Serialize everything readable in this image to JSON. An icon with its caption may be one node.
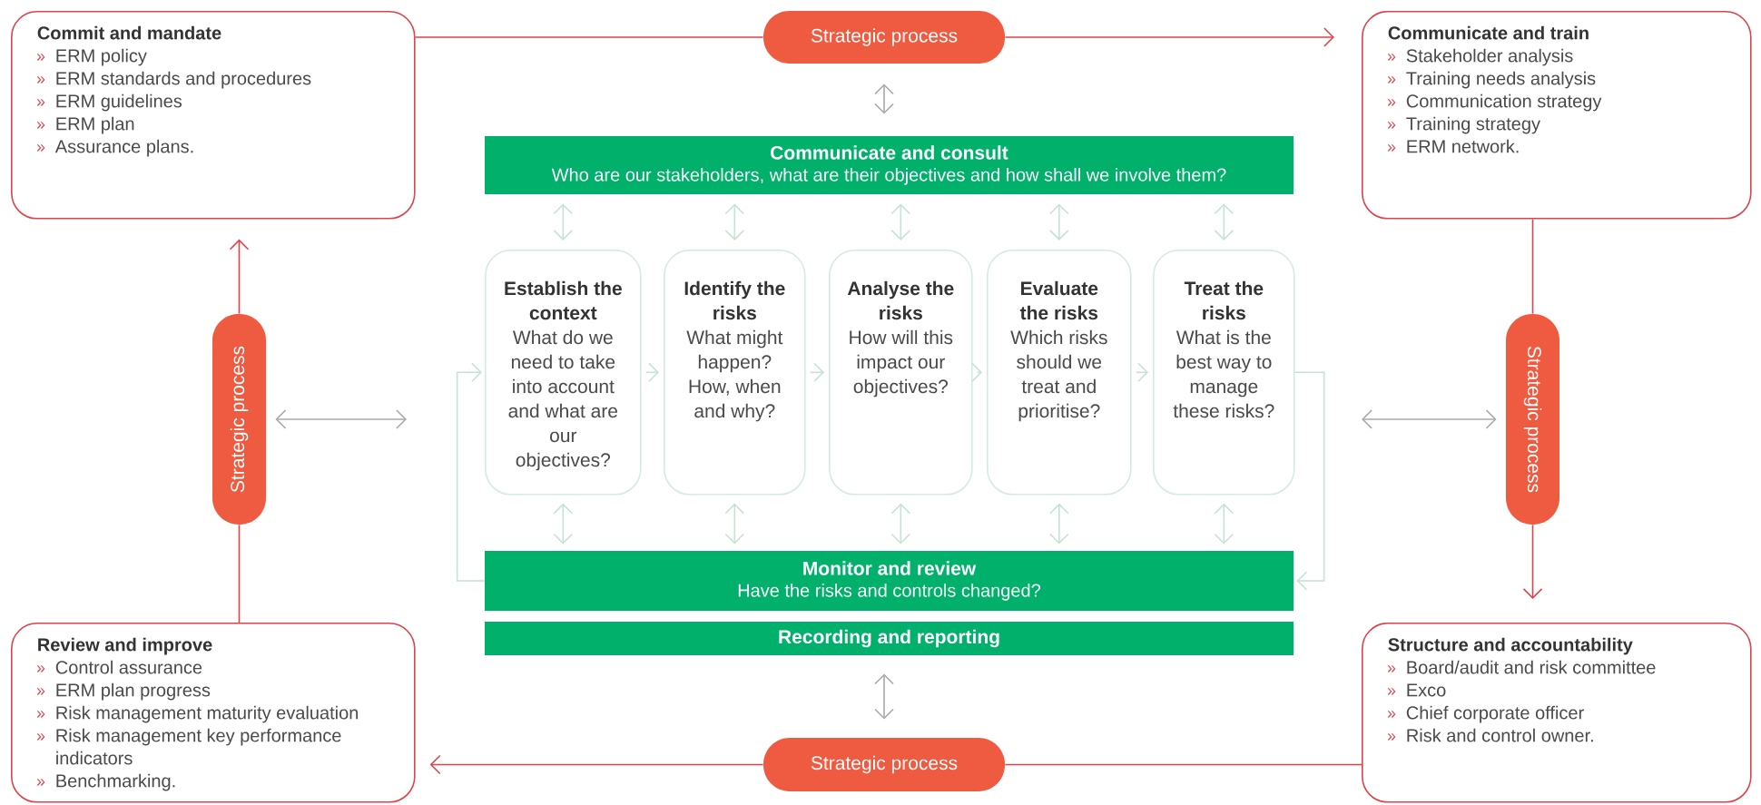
{
  "diagram": {
    "nodes": [
      {
        "text": [
          "Commit and mandate",
          "ERM policy",
          "ERM standards and procedures",
          "ERM guidelines",
          "ERM plan",
          "Assurance plans."
        ]
      },
      {
        "text": [
          "Strategic process"
        ]
      },
      {
        "text": [
          "Communicate and train",
          "Stakeholder analysis",
          "Training needs analysis",
          "Communication strategy",
          "Training strategy",
          "ERM network."
        ]
      },
      {
        "text": [
          "Communicate and consult",
          "Who are our stakeholders, what are their objectives and how shall we involve them?"
        ]
      },
      {
        "text": [
          "Strategic process"
        ]
      },
      {
        "text": [
          "Establish the context",
          "What do we need to take into account and what are our objectives?"
        ]
      },
      {
        "text": [
          "Identify the risks",
          "What might happen? How, when and why?"
        ]
      },
      {
        "text": [
          "Analyse the risks",
          "How will this impact our objectives?"
        ]
      },
      {
        "text": [
          "Evaluate the risks",
          "Which risks should we treat and prioritise?"
        ]
      },
      {
        "text": [
          "Treat the risks",
          "What is the best way to manage these risks?"
        ]
      },
      {
        "text": [
          "Strategic process"
        ]
      },
      {
        "text": [
          "Monitor and review",
          "Have the risks and controls changed?"
        ]
      },
      {
        "text": [
          "Recording and reporting"
        ]
      },
      {
        "text": [
          "Review and improve",
          "Control assurance",
          "ERM plan progress",
          "Risk management maturity evaluation",
          "Risk management key performance indicators",
          "Benchmarking."
        ]
      },
      {
        "text": [
          "Strategic process"
        ]
      },
      {
        "text": [
          "Structure and accountability",
          "Board/audit and risk committee",
          "Exco",
          "Chief corporate officer",
          "Risk and control owner."
        ]
      }
    ],
    "edges": [
      {
        "from": 0,
        "to": 1,
        "arrow": "none",
        "color": "#e0424a"
      },
      {
        "from": 1,
        "to": 2,
        "arrow": "to",
        "color": "#e0424a"
      },
      {
        "from": 2,
        "to": 10,
        "arrow": "none",
        "color": "#e0424a"
      },
      {
        "from": 10,
        "to": 15,
        "arrow": "to",
        "color": "#e0424a"
      },
      {
        "from": 15,
        "to": 14,
        "arrow": "none",
        "color": "#e0424a"
      },
      {
        "from": 14,
        "to": 13,
        "arrow": "to",
        "color": "#e0424a"
      },
      {
        "from": 13,
        "to": 4,
        "arrow": "none",
        "color": "#e0424a"
      },
      {
        "from": 4,
        "to": 0,
        "arrow": "to",
        "color": "#e0424a"
      },
      {
        "from": 1,
        "to": 3,
        "arrow": "both",
        "color": "#a8a8a8"
      },
      {
        "from": 4,
        "to": null,
        "arrow": "both",
        "color": "#a8a8a8"
      },
      {
        "from": null,
        "to": 10,
        "arrow": "both",
        "color": "#a8a8a8"
      },
      {
        "from": 14,
        "to": 12,
        "arrow": "both",
        "color": "#a8a8a8"
      },
      {
        "from": 3,
        "to": 5,
        "arrow": "both"
      },
      {
        "from": 3,
        "to": 6,
        "arrow": "both"
      },
      {
        "from": 3,
        "to": 7,
        "arrow": "both"
      },
      {
        "from": 3,
        "to": 8,
        "arrow": "both"
      },
      {
        "from": 3,
        "to": 9,
        "arrow": "both"
      },
      {
        "from": 5,
        "to": 11,
        "arrow": "both"
      },
      {
        "from": 6,
        "to": 11,
        "arrow": "both"
      },
      {
        "from": 7,
        "to": 11,
        "arrow": "both"
      },
      {
        "from": 8,
        "to": 11,
        "arrow": "both"
      },
      {
        "from": 9,
        "to": 11,
        "arrow": "both"
      },
      {
        "from": 5,
        "to": 6,
        "arrow": "to"
      },
      {
        "from": 6,
        "to": 7,
        "arrow": "to"
      },
      {
        "from": 7,
        "to": 8,
        "arrow": "to"
      },
      {
        "from": 8,
        "to": 9,
        "arrow": "to"
      },
      {
        "from": 11,
        "to": 5,
        "arrow": "to"
      },
      {
        "from": 9,
        "to": 11,
        "arrow": "to"
      }
    ]
  }
}
